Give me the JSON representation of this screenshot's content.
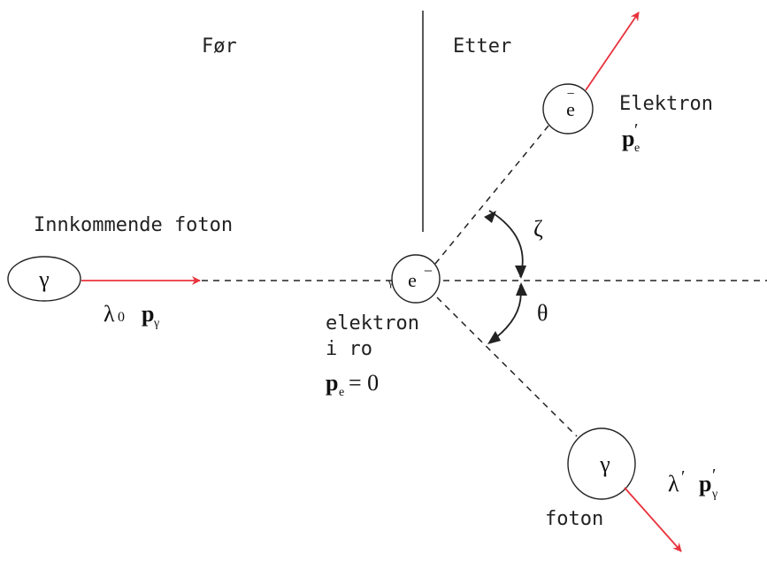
{
  "labels": {
    "before": "Før",
    "after": "Etter",
    "incoming_photon": "Innkommende foton",
    "electron_out": "Elektron",
    "electron_rest_line1": "elektron",
    "electron_rest_line2": "i ro",
    "photon_out": "foton"
  },
  "symbols": {
    "gamma": "γ",
    "electron": "e",
    "minus": "−",
    "lambda": "λ",
    "zero_sub": "0",
    "p": "p",
    "gamma_sub": "γ",
    "e_sub": "e",
    "prime": "′",
    "equals_zero": "= 0",
    "zeta": "ζ",
    "theta": "θ"
  },
  "colors": {
    "photon_arrow": "#e8323c",
    "lines": "#222222"
  }
}
